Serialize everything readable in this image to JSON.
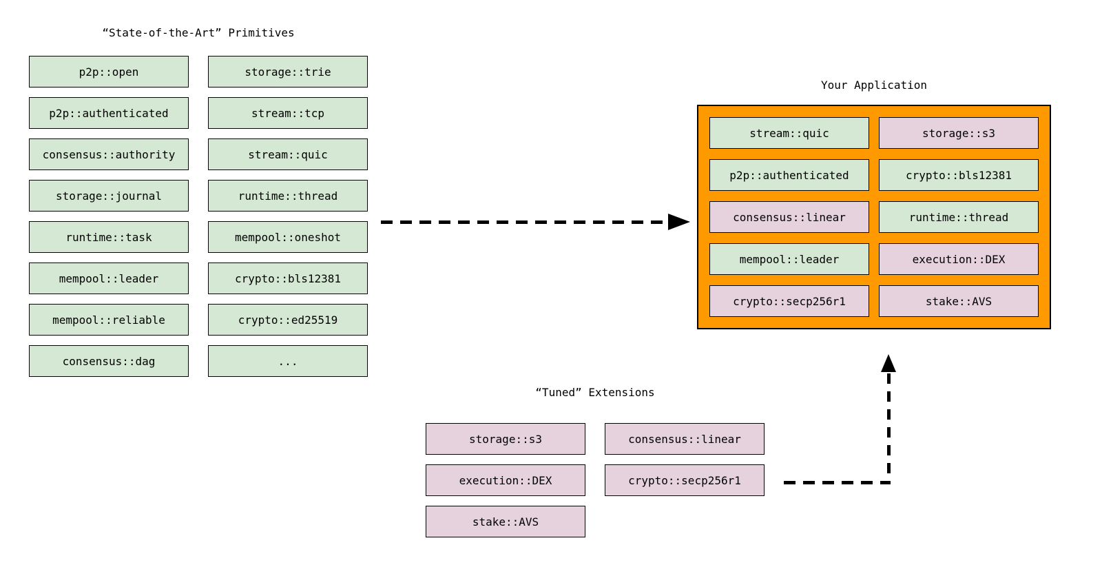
{
  "primitives": {
    "title": "“State-of-the-Art” Primitives",
    "col1": [
      "p2p::open",
      "p2p::authenticated",
      "consensus::authority",
      "storage::journal",
      "runtime::task",
      "mempool::leader",
      "mempool::reliable",
      "consensus::dag"
    ],
    "col2": [
      "storage::trie",
      "stream::tcp",
      "stream::quic",
      "runtime::thread",
      "mempool::oneshot",
      "crypto::bls12381",
      "crypto::ed25519",
      "..."
    ]
  },
  "application": {
    "title": "Your Application",
    "col1": [
      {
        "label": "stream::quic",
        "kind": "primitive"
      },
      {
        "label": "p2p::authenticated",
        "kind": "primitive"
      },
      {
        "label": "consensus::linear",
        "kind": "extension"
      },
      {
        "label": "mempool::leader",
        "kind": "primitive"
      },
      {
        "label": "crypto::secp256r1",
        "kind": "extension"
      }
    ],
    "col2": [
      {
        "label": "storage::s3",
        "kind": "extension"
      },
      {
        "label": "crypto::bls12381",
        "kind": "primitive"
      },
      {
        "label": "runtime::thread",
        "kind": "primitive"
      },
      {
        "label": "execution::DEX",
        "kind": "extension"
      },
      {
        "label": "stake::AVS",
        "kind": "extension"
      }
    ]
  },
  "extensions": {
    "title": "“Tuned” Extensions",
    "col1": [
      "storage::s3",
      "execution::DEX",
      "stake::AVS"
    ],
    "col2": [
      "consensus::linear",
      "crypto::secp256r1"
    ]
  },
  "arrows": {
    "primitives_to_application": {
      "style": "dashed",
      "direction": "right"
    },
    "extensions_to_application": {
      "style": "dashed",
      "direction": "right-then-up"
    }
  },
  "colors": {
    "primitive_fill": "#d5e8d4",
    "extension_fill": "#e6d2dd",
    "application_container_fill": "#ff9900",
    "box_border": "#000000",
    "arrow": "#000000",
    "background": "#ffffff"
  }
}
